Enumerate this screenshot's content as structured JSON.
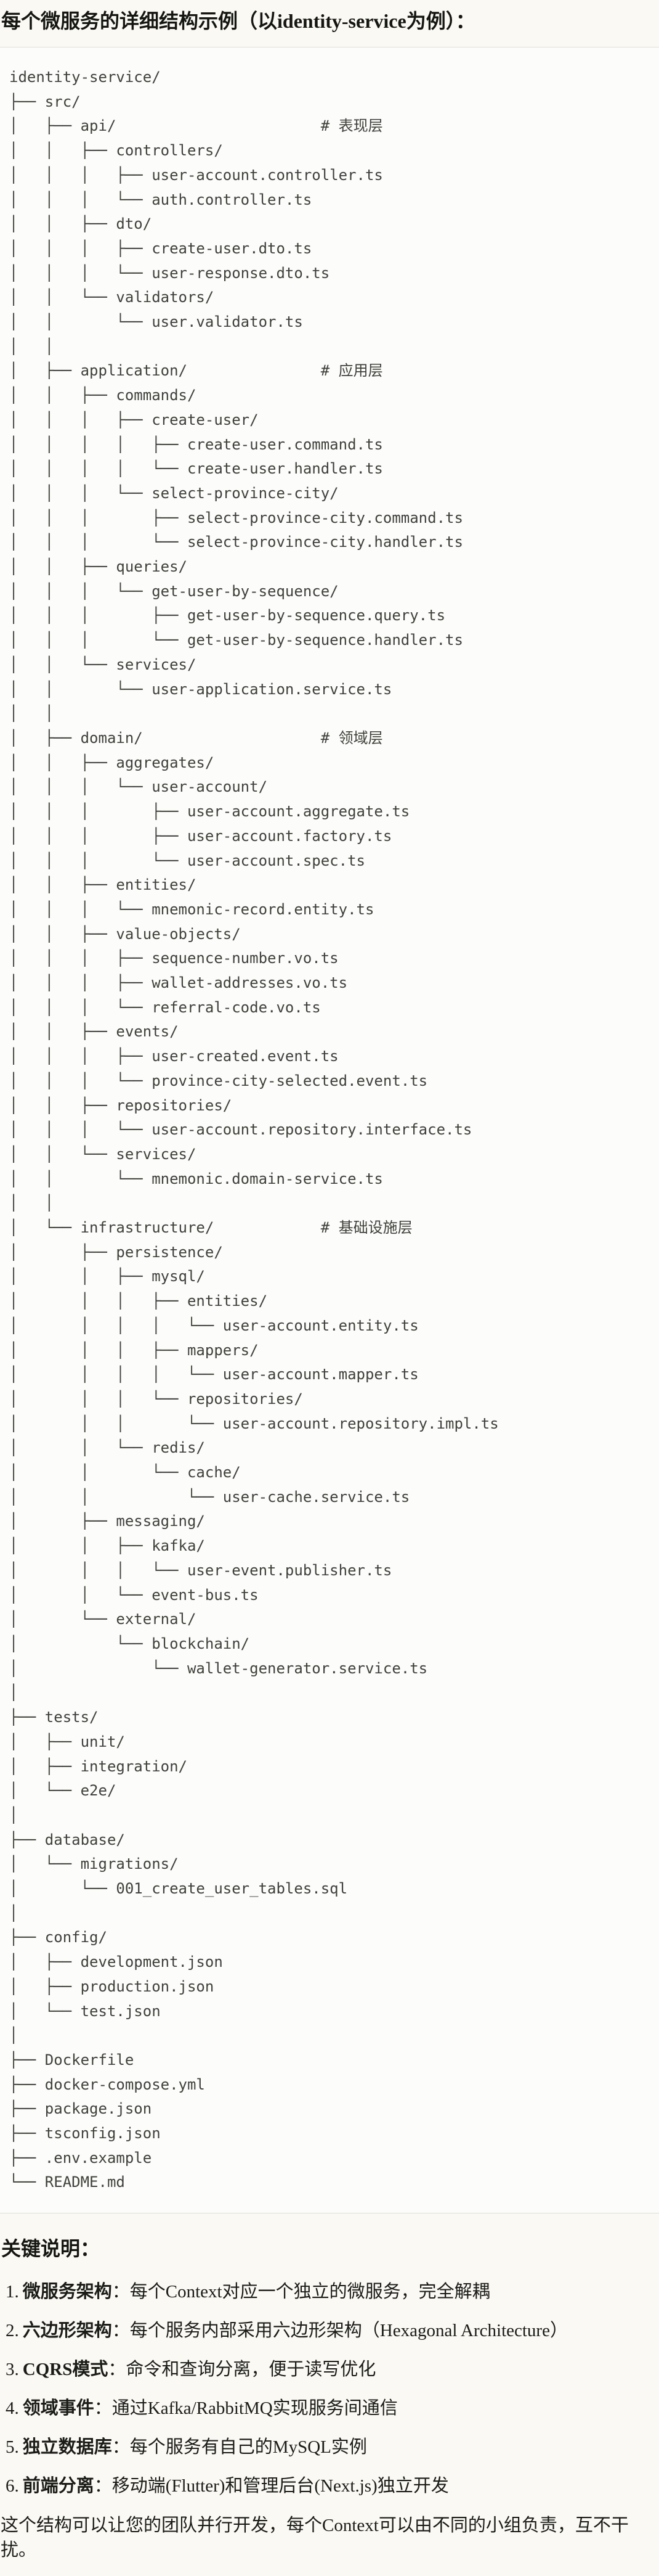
{
  "page": {
    "title": "每个微服务的详细结构示例（以identity-service为例）：",
    "notes_heading": "关键说明：",
    "closing": "这个结构可以让您的团队并行开发，每个Context可以由不同的小组负责，互不干扰。"
  },
  "tree": {
    "layer_comments": [
      "# 表现层",
      "# 应用层",
      "# 领域层",
      "# 基础设施层"
    ],
    "lines": [
      "identity-service/",
      "├── src/",
      "│   ├── api/                       # 表现层",
      "│   │   ├── controllers/",
      "│   │   │   ├── user-account.controller.ts",
      "│   │   │   └── auth.controller.ts",
      "│   │   ├── dto/",
      "│   │   │   ├── create-user.dto.ts",
      "│   │   │   └── user-response.dto.ts",
      "│   │   └── validators/",
      "│   │       └── user.validator.ts",
      "│   │",
      "│   ├── application/               # 应用层",
      "│   │   ├── commands/",
      "│   │   │   ├── create-user/",
      "│   │   │   │   ├── create-user.command.ts",
      "│   │   │   │   └── create-user.handler.ts",
      "│   │   │   └── select-province-city/",
      "│   │   │       ├── select-province-city.command.ts",
      "│   │   │       └── select-province-city.handler.ts",
      "│   │   ├── queries/",
      "│   │   │   └── get-user-by-sequence/",
      "│   │   │       ├── get-user-by-sequence.query.ts",
      "│   │   │       └── get-user-by-sequence.handler.ts",
      "│   │   └── services/",
      "│   │       └── user-application.service.ts",
      "│   │",
      "│   ├── domain/                    # 领域层",
      "│   │   ├── aggregates/",
      "│   │   │   └── user-account/",
      "│   │   │       ├── user-account.aggregate.ts",
      "│   │   │       ├── user-account.factory.ts",
      "│   │   │       └── user-account.spec.ts",
      "│   │   ├── entities/",
      "│   │   │   └── mnemonic-record.entity.ts",
      "│   │   ├── value-objects/",
      "│   │   │   ├── sequence-number.vo.ts",
      "│   │   │   ├── wallet-addresses.vo.ts",
      "│   │   │   └── referral-code.vo.ts",
      "│   │   ├── events/",
      "│   │   │   ├── user-created.event.ts",
      "│   │   │   └── province-city-selected.event.ts",
      "│   │   ├── repositories/",
      "│   │   │   └── user-account.repository.interface.ts",
      "│   │   └── services/",
      "│   │       └── mnemonic.domain-service.ts",
      "│   │",
      "│   └── infrastructure/            # 基础设施层",
      "│       ├── persistence/",
      "│       │   ├── mysql/",
      "│       │   │   ├── entities/",
      "│       │   │   │   └── user-account.entity.ts",
      "│       │   │   ├── mappers/",
      "│       │   │   │   └── user-account.mapper.ts",
      "│       │   │   └── repositories/",
      "│       │   │       └── user-account.repository.impl.ts",
      "│       │   └── redis/",
      "│       │       └── cache/",
      "│       │           └── user-cache.service.ts",
      "│       ├── messaging/",
      "│       │   ├── kafka/",
      "│       │   │   └── user-event.publisher.ts",
      "│       │   └── event-bus.ts",
      "│       └── external/",
      "│           └── blockchain/",
      "│               └── wallet-generator.service.ts",
      "│",
      "├── tests/",
      "│   ├── unit/",
      "│   ├── integration/",
      "│   └── e2e/",
      "│",
      "├── database/",
      "│   └── migrations/",
      "│       └── 001_create_user_tables.sql",
      "│",
      "├── config/",
      "│   ├── development.json",
      "│   ├── production.json",
      "│   └── test.json",
      "│",
      "├── Dockerfile",
      "├── docker-compose.yml",
      "├── package.json",
      "├── tsconfig.json",
      "├── .env.example",
      "└── README.md"
    ]
  },
  "notes": {
    "items": [
      {
        "num": "1.",
        "label": "微服务架构",
        "colon": "：",
        "text": "每个Context对应一个独立的微服务，完全解耦"
      },
      {
        "num": "2.",
        "label": "六边形架构",
        "colon": "：",
        "text": "每个服务内部采用六边形架构（Hexagonal Architecture）"
      },
      {
        "num": "3.",
        "label": "CQRS模式",
        "colon": "：",
        "text": "命令和查询分离，便于读写优化"
      },
      {
        "num": "4.",
        "label": "领域事件",
        "colon": "：",
        "text": "通过Kafka/RabbitMQ实现服务间通信"
      },
      {
        "num": "5.",
        "label": "独立数据库",
        "colon": "：",
        "text": "每个服务有自己的MySQL实例"
      },
      {
        "num": "6.",
        "label": "前端分离",
        "colon": "：",
        "text": "移动端(Flutter)和管理后台(Next.js)独立开发"
      }
    ]
  }
}
